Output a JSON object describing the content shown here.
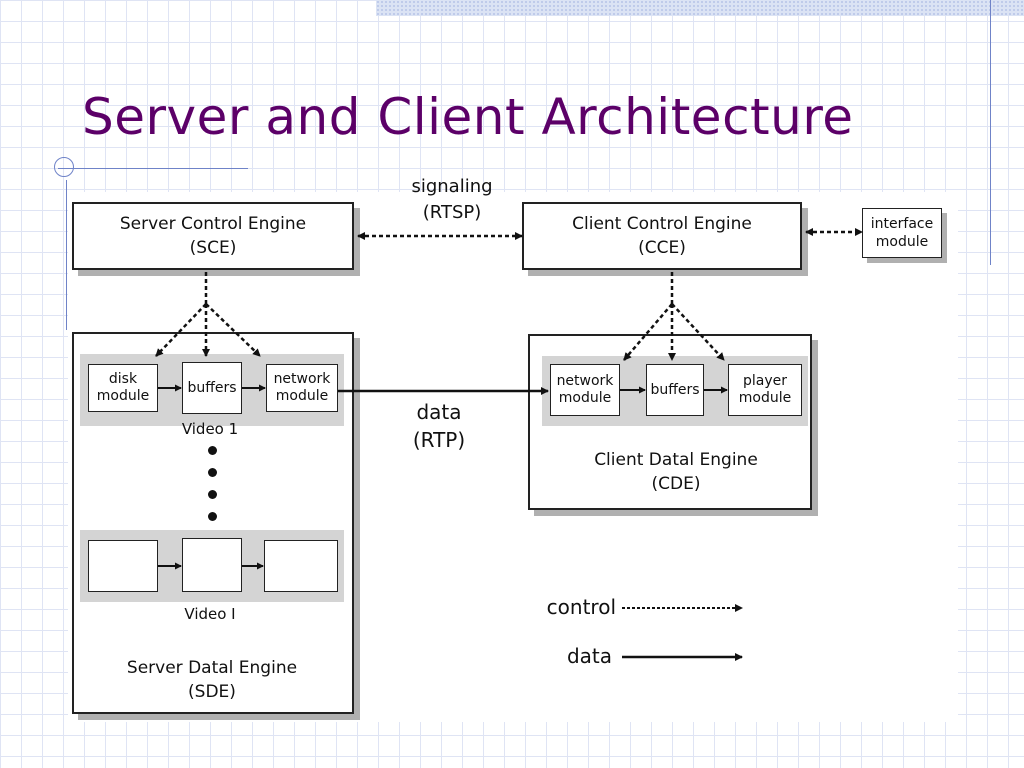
{
  "slide": {
    "title": "Server and Client Architecture"
  },
  "diagram": {
    "sce": {
      "label": "Server Control Engine\n(SCE)"
    },
    "cce": {
      "label": "Client Control Engine\n(CCE)"
    },
    "interface": {
      "label": "interface\nmodule"
    },
    "signaling": {
      "label": "signaling\n(RTSP)"
    },
    "data_link": {
      "label": "data\n(RTP)"
    },
    "sde": {
      "label": "Server Datal Engine\n(SDE)",
      "video1": {
        "label": "Video 1",
        "disk": "disk\nmodule",
        "buffers": "buffers",
        "network": "network\nmodule"
      },
      "videoI": {
        "label": "Video I"
      }
    },
    "cde": {
      "label": "Client Datal Engine\n(CDE)",
      "network": "network\nmodule",
      "buffers": "buffers",
      "player": "player\nmodule"
    },
    "legend": {
      "control": "control",
      "data": "data"
    }
  }
}
